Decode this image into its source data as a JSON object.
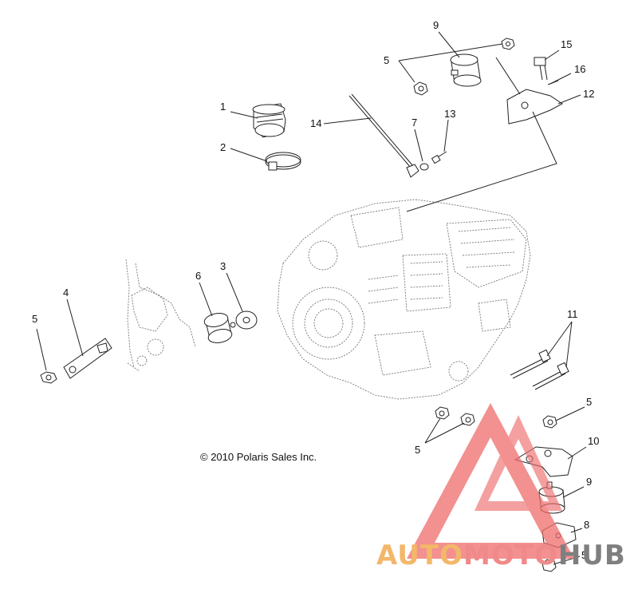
{
  "diagram": {
    "copyright": "© 2010 Polaris Sales Inc.",
    "callouts": [
      {
        "id": "c1",
        "label": "1"
      },
      {
        "id": "c2",
        "label": "2"
      },
      {
        "id": "c3",
        "label": "3"
      },
      {
        "id": "c4",
        "label": "4"
      },
      {
        "id": "c5a",
        "label": "5"
      },
      {
        "id": "c5b",
        "label": "5"
      },
      {
        "id": "c5c",
        "label": "5"
      },
      {
        "id": "c5d",
        "label": "5"
      },
      {
        "id": "c5e",
        "label": "5"
      },
      {
        "id": "c6",
        "label": "6"
      },
      {
        "id": "c7",
        "label": "7"
      },
      {
        "id": "c8",
        "label": "8"
      },
      {
        "id": "c9a",
        "label": "9"
      },
      {
        "id": "c9b",
        "label": "9"
      },
      {
        "id": "c10",
        "label": "10"
      },
      {
        "id": "c11",
        "label": "11"
      },
      {
        "id": "c12",
        "label": "12"
      },
      {
        "id": "c13",
        "label": "13"
      },
      {
        "id": "c14",
        "label": "14"
      },
      {
        "id": "c15",
        "label": "15"
      },
      {
        "id": "c16",
        "label": "16"
      }
    ]
  },
  "watermark": {
    "part1": "AUTO",
    "part2": "MOTO",
    "part3": "HUB",
    "colors": {
      "triangle": "#ef6b6b",
      "auto": "#f3b76a",
      "moto": "#f08a8a",
      "hub": "#7f7f7f"
    }
  }
}
